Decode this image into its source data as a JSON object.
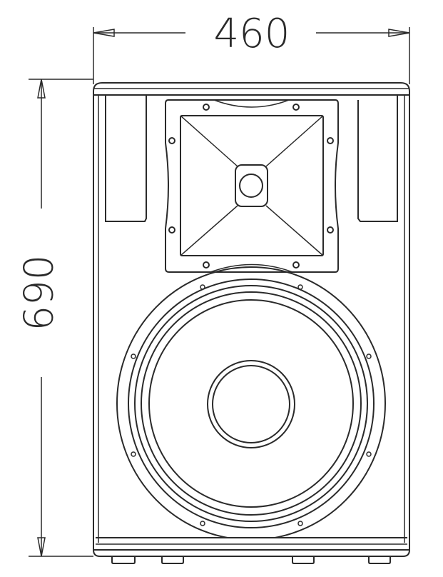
{
  "diagram": {
    "title": "Loudspeaker cabinet front view",
    "dimensions": {
      "width": {
        "value": "460",
        "label": "460"
      },
      "height": {
        "value": "690",
        "label": "690"
      }
    },
    "components": {
      "horn": "High-frequency horn with 8 mounting bolts",
      "woofer": "Low-frequency woofer cone with 8 mounting holes",
      "handles": [
        "left-handle-recess",
        "right-handle-recess"
      ],
      "feet": 4
    },
    "colors": {
      "line": "#2a2a2a",
      "background": "#ffffff"
    }
  }
}
